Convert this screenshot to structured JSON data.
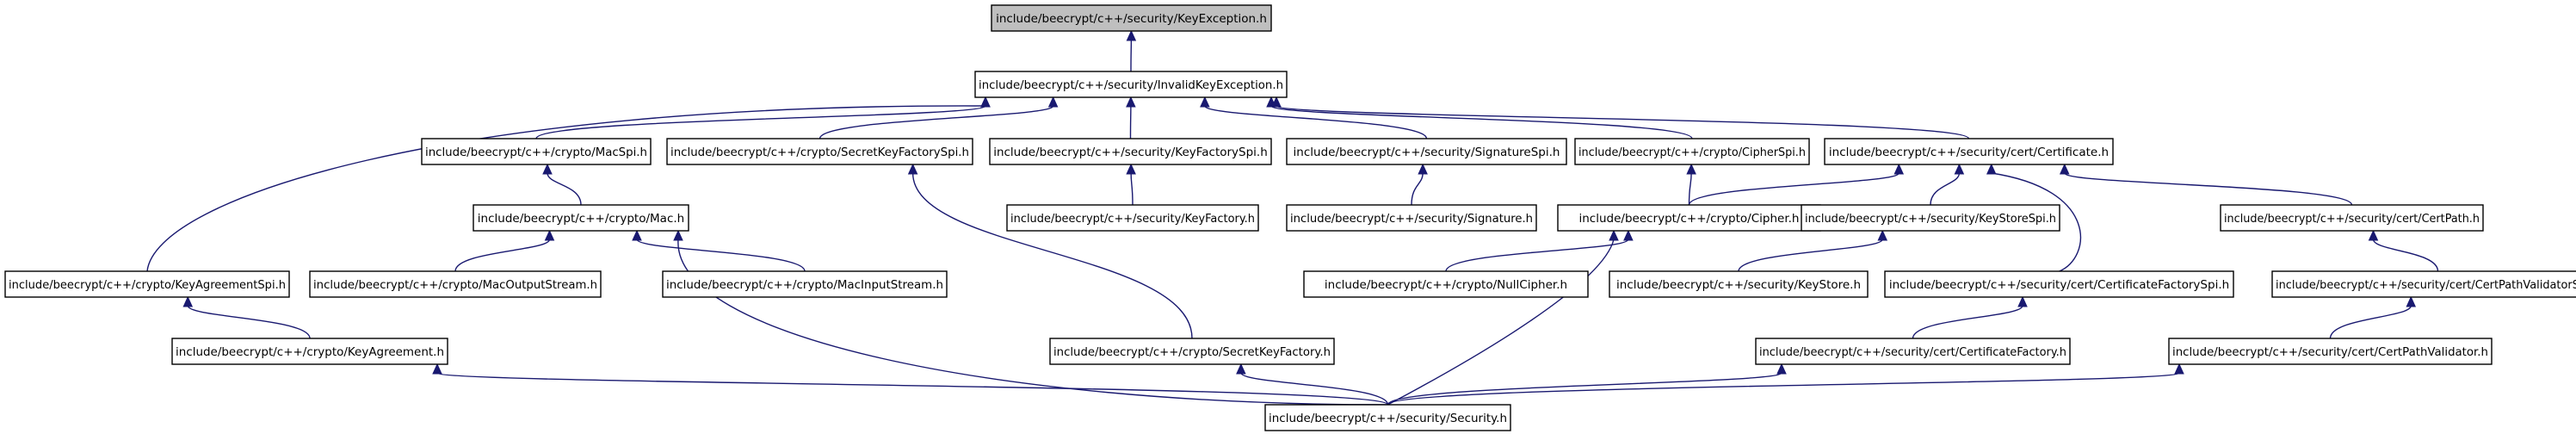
{
  "graph": {
    "title": "",
    "colors": {
      "edge": "#191970",
      "root_fill": "#bfbfbf",
      "node_fill": "#ffffff",
      "node_stroke": "#000000"
    },
    "nodes": [
      {
        "id": "n0",
        "label": "include/beecrypt/c++/security/KeyException.h",
        "root": true
      },
      {
        "id": "n1",
        "label": "include/beecrypt/c++/security/InvalidKeyException.h"
      },
      {
        "id": "n2",
        "label": "include/beecrypt/c++/crypto/MacSpi.h"
      },
      {
        "id": "n3",
        "label": "include/beecrypt/c++/crypto/SecretKeyFactorySpi.h"
      },
      {
        "id": "n4",
        "label": "include/beecrypt/c++/security/KeyFactorySpi.h"
      },
      {
        "id": "n5",
        "label": "include/beecrypt/c++/security/SignatureSpi.h"
      },
      {
        "id": "n6",
        "label": "include/beecrypt/c++/crypto/CipherSpi.h"
      },
      {
        "id": "n7",
        "label": "include/beecrypt/c++/security/cert/Certificate.h"
      },
      {
        "id": "n8",
        "label": "include/beecrypt/c++/crypto/Mac.h"
      },
      {
        "id": "n9",
        "label": "include/beecrypt/c++/security/KeyFactory.h"
      },
      {
        "id": "n10",
        "label": "include/beecrypt/c++/security/Signature.h"
      },
      {
        "id": "n11",
        "label": "include/beecrypt/c++/crypto/Cipher.h"
      },
      {
        "id": "n12",
        "label": "include/beecrypt/c++/security/KeyStoreSpi.h"
      },
      {
        "id": "n13",
        "label": "include/beecrypt/c++/security/cert/CertPath.h"
      },
      {
        "id": "n14",
        "label": "include/beecrypt/c++/crypto/KeyAgreementSpi.h"
      },
      {
        "id": "n15",
        "label": "include/beecrypt/c++/crypto/MacOutputStream.h"
      },
      {
        "id": "n16",
        "label": "include/beecrypt/c++/crypto/MacInputStream.h"
      },
      {
        "id": "n17",
        "label": "include/beecrypt/c++/crypto/NullCipher.h"
      },
      {
        "id": "n18",
        "label": "include/beecrypt/c++/security/KeyStore.h"
      },
      {
        "id": "n19",
        "label": "include/beecrypt/c++/security/cert/CertificateFactorySpi.h"
      },
      {
        "id": "n20",
        "label": "include/beecrypt/c++/security/cert/CertPathValidatorSpi.h"
      },
      {
        "id": "n21",
        "label": "include/beecrypt/c++/crypto/KeyAgreement.h"
      },
      {
        "id": "n22",
        "label": "include/beecrypt/c++/crypto/SecretKeyFactory.h"
      },
      {
        "id": "n23",
        "label": "include/beecrypt/c++/security/cert/CertificateFactory.h"
      },
      {
        "id": "n24",
        "label": "include/beecrypt/c++/security/cert/CertPathValidator.h"
      },
      {
        "id": "n25",
        "label": "include/beecrypt/c++/security/Security.h"
      }
    ],
    "edges": [
      {
        "from": "n1",
        "to": "n0"
      },
      {
        "from": "n14",
        "to": "n1"
      },
      {
        "from": "n2",
        "to": "n1"
      },
      {
        "from": "n3",
        "to": "n1"
      },
      {
        "from": "n4",
        "to": "n1"
      },
      {
        "from": "n5",
        "to": "n1"
      },
      {
        "from": "n6",
        "to": "n1"
      },
      {
        "from": "n7",
        "to": "n1"
      },
      {
        "from": "n8",
        "to": "n2"
      },
      {
        "from": "n22",
        "to": "n3"
      },
      {
        "from": "n9",
        "to": "n4"
      },
      {
        "from": "n10",
        "to": "n5"
      },
      {
        "from": "n11",
        "to": "n6"
      },
      {
        "from": "n11",
        "to": "n7"
      },
      {
        "from": "n12",
        "to": "n7"
      },
      {
        "from": "n19",
        "to": "n7"
      },
      {
        "from": "n13",
        "to": "n7"
      },
      {
        "from": "n15",
        "to": "n8"
      },
      {
        "from": "n16",
        "to": "n8"
      },
      {
        "from": "n25",
        "to": "n8"
      },
      {
        "from": "n17",
        "to": "n11"
      },
      {
        "from": "n25",
        "to": "n11"
      },
      {
        "from": "n18",
        "to": "n12"
      },
      {
        "from": "n20",
        "to": "n13"
      },
      {
        "from": "n21",
        "to": "n14"
      },
      {
        "from": "n23",
        "to": "n19"
      },
      {
        "from": "n24",
        "to": "n20"
      },
      {
        "from": "n25",
        "to": "n21"
      },
      {
        "from": "n25",
        "to": "n22"
      },
      {
        "from": "n25",
        "to": "n23"
      },
      {
        "from": "n25",
        "to": "n24"
      }
    ]
  }
}
